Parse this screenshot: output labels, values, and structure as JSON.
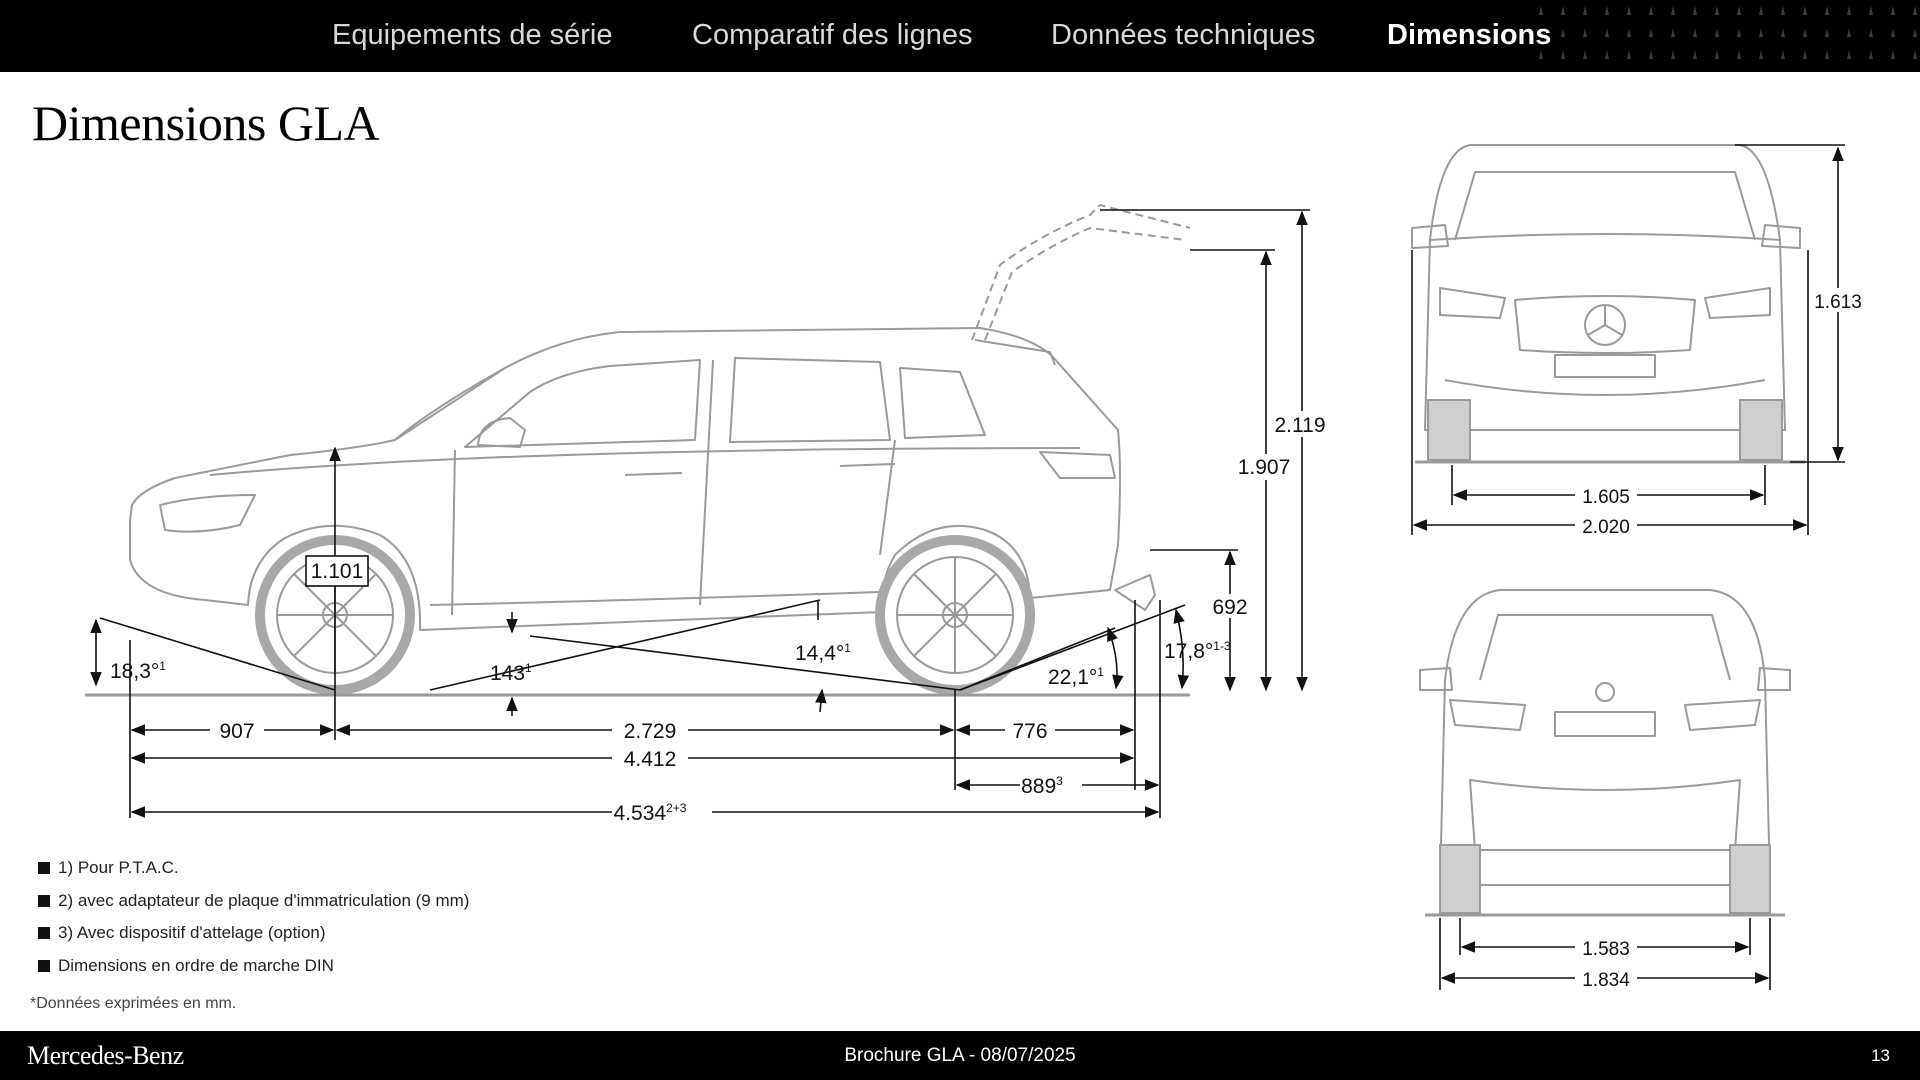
{
  "nav": {
    "items": [
      {
        "label": "Equipements de série",
        "active": false
      },
      {
        "label": "Comparatif des lignes",
        "active": false
      },
      {
        "label": "Données techniques",
        "active": false
      },
      {
        "label": "Dimensions",
        "active": true
      }
    ]
  },
  "page": {
    "title": "Dimensions GLA"
  },
  "dimensions": {
    "side": {
      "wheel_height": "1.101",
      "front_overhang": "907",
      "wheelbase": "2.729",
      "rear_overhang": "776",
      "length": "4.412",
      "rear_overhang_hitch": "889",
      "rear_overhang_hitch_sup": "3",
      "length_total": "4.534",
      "length_total_sup": "2+3",
      "ground_clearance": "143",
      "ground_clearance_sup": "1",
      "ramp_angle": "14,4°",
      "ramp_angle_sup": "1",
      "approach_angle": "18,3°",
      "approach_angle_sup": "1",
      "departure_angle": "22,1°",
      "departure_angle_sup": "1",
      "departure_angle_hitch": "17,8°",
      "departure_angle_hitch_sup": "1-3",
      "hitch_height": "692",
      "height_open_tailgate": "2.119",
      "height_tailgate": "1.907"
    },
    "front": {
      "height": "1.613",
      "track": "1.605",
      "width": "2.020"
    },
    "rear": {
      "track": "1.583",
      "width": "1.834"
    }
  },
  "notes": [
    "1) Pour P.T.A.C.",
    "2) avec adaptateur de plaque d'immatriculation (9 mm)",
    "3) Avec dispositif d'attelage (option)",
    "Dimensions en ordre de marche DIN"
  ],
  "footnote": "*Données exprimées en mm.",
  "footer": {
    "brand": "Mercedes-Benz",
    "center": "Brochure GLA - 08/07/2025",
    "page": "13"
  },
  "colors": {
    "nav_bg": "#000000",
    "footer_bg": "#000000",
    "line": "#9a9a9a",
    "dim_line": "#111111"
  }
}
